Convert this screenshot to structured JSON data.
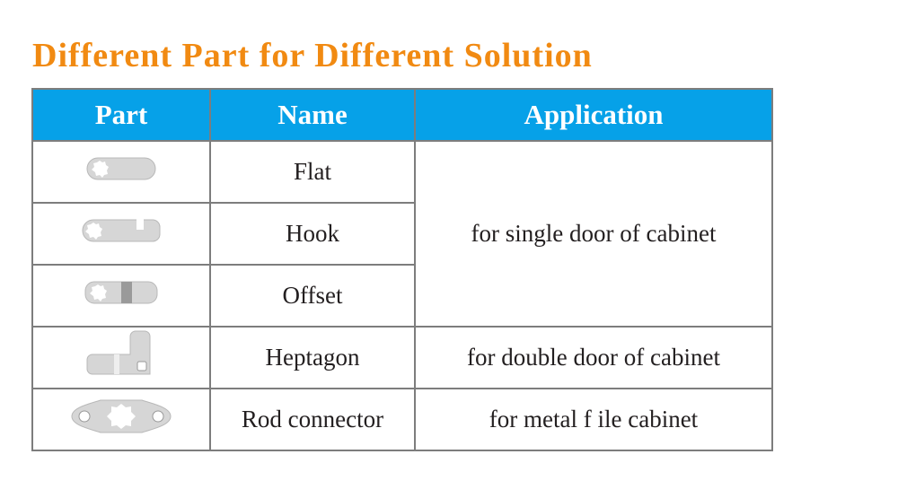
{
  "title": "Different Part for Different Solution",
  "colors": {
    "title": "#F18A12",
    "header_bg": "#06A1E8",
    "header_text": "#ffffff",
    "border": "#7d7d7d",
    "part_metal": "#d6d6d6"
  },
  "table": {
    "headers": [
      "Part",
      "Name",
      "Application"
    ],
    "rows": [
      {
        "part_icon": "flat-cam-icon",
        "name": "Flat",
        "application": "for single door of cabinet",
        "application_rowspan": 3
      },
      {
        "part_icon": "hook-cam-icon",
        "name": "Hook",
        "application": null
      },
      {
        "part_icon": "offset-cam-icon",
        "name": "Offset",
        "application": null
      },
      {
        "part_icon": "heptagon-cam-icon",
        "name": "Heptagon",
        "application": "for double door of cabinet"
      },
      {
        "part_icon": "rod-connector-icon",
        "name": "Rod connector",
        "application": "for metal f ile cabinet"
      }
    ]
  }
}
